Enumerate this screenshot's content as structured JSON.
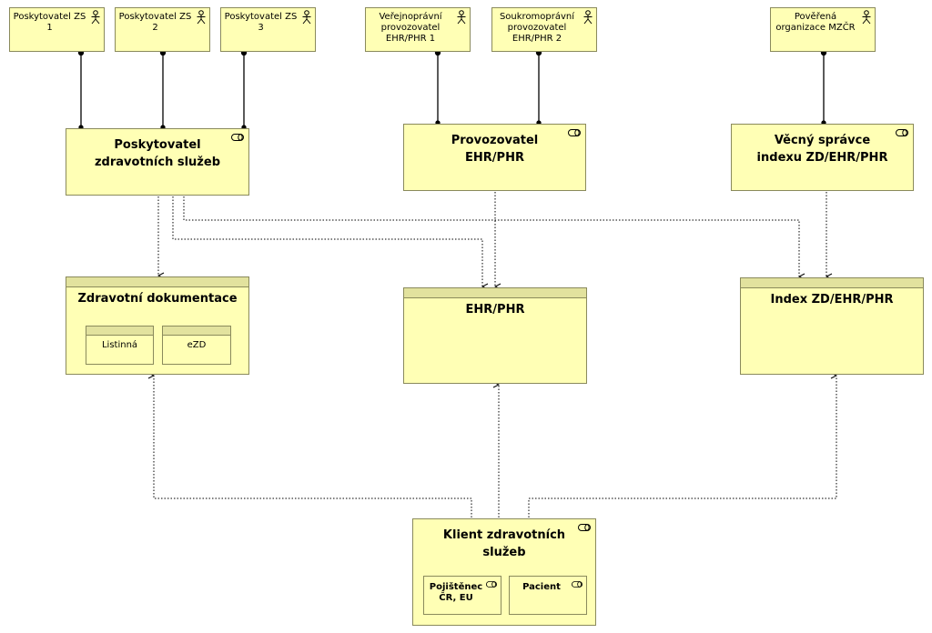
{
  "actors": {
    "zs1": "Poskytovatel ZS 1",
    "zs2": "Poskytovatel ZS 2",
    "zs3": "Poskytovatel ZS 3",
    "public_op": "Veřejnoprávní provozovatel EHR/PHR 1",
    "private_op": "Soukromoprávní provozovatel EHR/PHR 2",
    "org": "Pověřená organizace MZČR"
  },
  "roles": {
    "provider": "Poskytovatel zdravotních služeb",
    "operator": "Provozovatel EHR/PHR",
    "index_admin": "Věcný správce indexu ZD/EHR/PHR",
    "client": "Klient zdravotních služeb"
  },
  "objects": {
    "documentation": "Zdravotní dokumentace",
    "paper": "Listinná",
    "ezd": "eZD",
    "ehr": "EHR/PHR",
    "index": "Index ZD/EHR/PHR"
  },
  "client_roles": {
    "insured": "Pojištěnec ČR, EU",
    "patient": "Pacient"
  }
}
